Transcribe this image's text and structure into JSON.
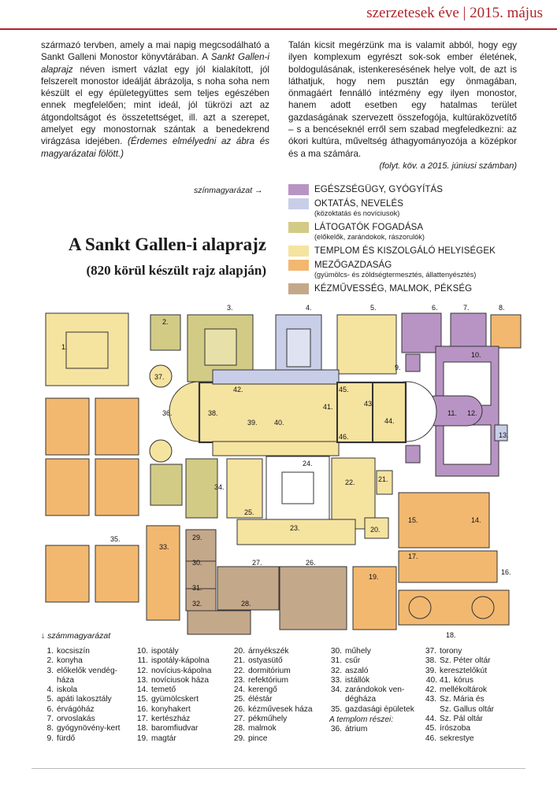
{
  "header": {
    "title": "szerzetesek éve | 2015. május"
  },
  "body_left": "származó tervben, amely a mai napig megcsodálható a Sankt Galleni Monostor könyvtárában. A ",
  "body_left_italic": "Sankt Gallen-i alaprajz",
  "body_left_2": " néven ismert vázlat egy jól kialakított, jól felszerelt monostor ideálját ábrázolja, s noha soha nem készült el egy épületegyüttes sem teljes egészében ennek megfelelően; mint ideál, jól tükrözi azt az átgondoltságot és összetettséget, ill. azt a szerepet, amelyet egy monostornak szántak a benedekrend virágzása idejében. ",
  "body_left_note": "(Érdemes elmélyedni az ábra és magyarázatai fölött.)",
  "body_right": "Talán kicsit megérzünk ma is valamit abból, hogy egy ilyen komplexum egyrészt sok-sok ember életének, boldogulásának, istenkeresésének helye volt, de azt is láthatjuk, hogy nem pusztán egy önmagában, önmagáért fennálló intézmény egy ilyen monostor, hanem adott esetben egy hatalmas terület gazdaságának szervezett összefogója, kultúraközvetítő – s a bencéseknél erről sem szabad megfeledkezni: az ókori kultúra, műveltség áthagyományozója a középkor és a ma számára.",
  "continuation": "(folyt. köv. a 2015. júniusi számban)",
  "color_hint": "színmagyarázat →",
  "plan_title": "A Sankt Gallen-i alaprajz",
  "plan_subtitle": "(820 körül készült rajz alapján)",
  "color_legend": [
    {
      "color": "#b894c4",
      "label": "EGÉSZSÉGÜGY, GYÓGYÍTÁS",
      "sub": ""
    },
    {
      "color": "#c9cee8",
      "label": "OKTATÁS, NEVELÉS",
      "sub": "(közoktatás és novíciusok)"
    },
    {
      "color": "#d2cb86",
      "label": "LÁTOGATÓK FOGADÁSA",
      "sub": "(előkelők, zarándokok, rászorulók)"
    },
    {
      "color": "#f5e3a0",
      "label": "TEMPLOM ÉS KISZOLGÁLÓ HELYISÉGEK",
      "sub": ""
    },
    {
      "color": "#f2b870",
      "label": "MEZŐGAZDASÁG",
      "sub": "(gyümölcs- és zöldségtermesztés, állattenyésztés)"
    },
    {
      "color": "#c4a88a",
      "label": "KÉZMŰVESSÉG, MALMOK, PÉKSÉG",
      "sub": ""
    }
  ],
  "number_hint": "↓ számmagyarázat",
  "numbers_col1": [
    {
      "n": "1.",
      "t": "kocsiszín"
    },
    {
      "n": "2.",
      "t": "konyha"
    },
    {
      "n": "3.",
      "t": "előkelők vendég-"
    },
    {
      "n": "",
      "t": "háza"
    },
    {
      "n": "4.",
      "t": "iskola"
    },
    {
      "n": "5.",
      "t": "apáti lakosztály"
    },
    {
      "n": "6.",
      "t": "érvágóház"
    },
    {
      "n": "7.",
      "t": "orvoslakás"
    },
    {
      "n": "8.",
      "t": "gyógynövény-kert"
    },
    {
      "n": "9.",
      "t": "fürdő"
    }
  ],
  "numbers_col2": [
    {
      "n": "10.",
      "t": "ispotály"
    },
    {
      "n": "11.",
      "t": "ispotály-kápolna"
    },
    {
      "n": "12.",
      "t": "novícius-kápolna"
    },
    {
      "n": "13.",
      "t": "novíciusok háza"
    },
    {
      "n": "14.",
      "t": "temető"
    },
    {
      "n": "15.",
      "t": "gyümölcskert"
    },
    {
      "n": "16.",
      "t": "konyhakert"
    },
    {
      "n": "17.",
      "t": "kertészház"
    },
    {
      "n": "18.",
      "t": "baromfiudvar"
    },
    {
      "n": "19.",
      "t": "magtár"
    }
  ],
  "numbers_col3": [
    {
      "n": "20.",
      "t": "árnyékszék"
    },
    {
      "n": "21.",
      "t": "ostyasütő"
    },
    {
      "n": "22.",
      "t": "dormitórium"
    },
    {
      "n": "23.",
      "t": "refektórium"
    },
    {
      "n": "24.",
      "t": "kerengő"
    },
    {
      "n": "25.",
      "t": "éléstár"
    },
    {
      "n": "26.",
      "t": "kézművesek háza"
    },
    {
      "n": "27.",
      "t": "pékműhely"
    },
    {
      "n": "28.",
      "t": "malmok"
    },
    {
      "n": "29.",
      "t": "pince"
    }
  ],
  "numbers_col4": [
    {
      "n": "30.",
      "t": "műhely"
    },
    {
      "n": "31.",
      "t": "csűr"
    },
    {
      "n": "32.",
      "t": "aszaló"
    },
    {
      "n": "33.",
      "t": "istállók"
    },
    {
      "n": "34.",
      "t": "zarándokok ven-"
    },
    {
      "n": "",
      "t": "dégháza"
    },
    {
      "n": "35.",
      "t": "gazdasági épületek"
    }
  ],
  "church_parts_heading": "A templom részei:",
  "church_first": {
    "n": "36.",
    "t": "átrium"
  },
  "numbers_col5": [
    {
      "n": "37.",
      "t": "torony"
    },
    {
      "n": "38.",
      "t": "Sz. Péter oltár"
    },
    {
      "n": "39.",
      "t": "keresztelőkút"
    },
    {
      "n": "40. 41.",
      "t": "kórus"
    },
    {
      "n": "42.",
      "t": "mellékoltárok"
    },
    {
      "n": "43.",
      "t": "Sz. Mária és"
    },
    {
      "n": "",
      "t": "Sz. Gallus oltár"
    },
    {
      "n": "44.",
      "t": "Sz. Pál oltár"
    },
    {
      "n": "45.",
      "t": "írószoba"
    },
    {
      "n": "46.",
      "t": "sekrestye"
    }
  ],
  "plan_labels": [
    "1.",
    "2.",
    "3.",
    "4.",
    "5.",
    "6.",
    "7.",
    "8.",
    "9.",
    "10.",
    "11.",
    "12.",
    "13.",
    "14.",
    "15.",
    "16.",
    "17.",
    "18.",
    "19.",
    "20.",
    "21.",
    "22.",
    "23.",
    "24.",
    "25.",
    "26.",
    "27.",
    "28.",
    "29.",
    "30.",
    "31.",
    "32.",
    "33.",
    "34.",
    "35.",
    "36.",
    "37.",
    "38.",
    "39.",
    "40.",
    "41.",
    "42.",
    "43.",
    "44.",
    "45.",
    "46."
  ]
}
